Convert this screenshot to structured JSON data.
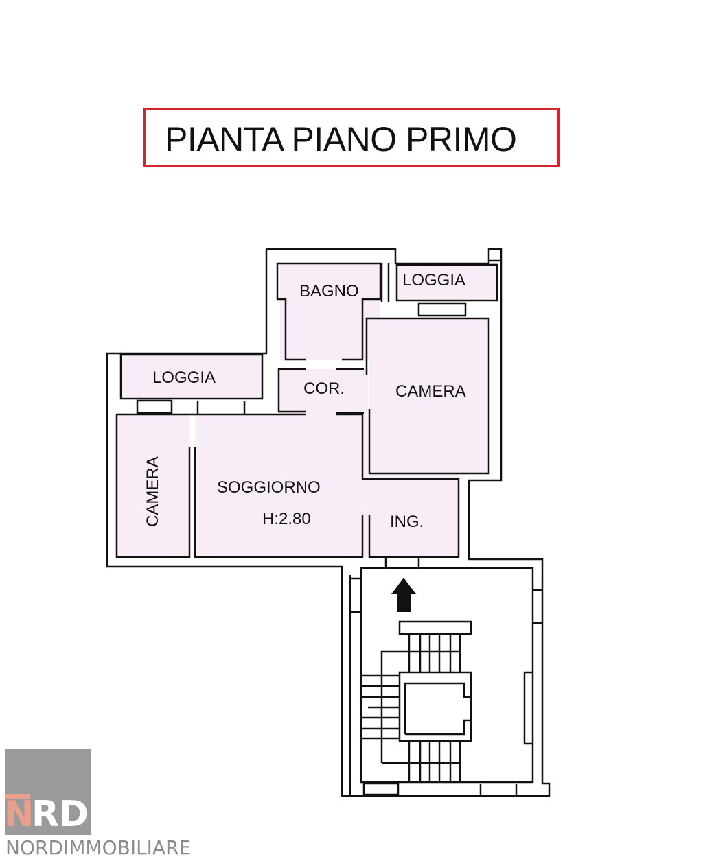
{
  "title": "PIANTA PIANO PRIMO",
  "colors": {
    "title_border": "#d4262e",
    "room_fill": "#f8ecf6",
    "wall": "#111111",
    "logo_gray": "#9a9a9a",
    "logo_accent": "#e8a08c"
  },
  "rooms": {
    "bagno": "BAGNO",
    "loggia_top": "LOGGIA",
    "loggia_left": "LOGGIA",
    "cor": "COR.",
    "camera_right": "CAMERA",
    "camera_left": "CAMERA",
    "soggiorno": "SOGGIORNO",
    "height": "H:2.80",
    "ing": "ING."
  },
  "logo": {
    "mark_n": "N",
    "mark_rd": "RD",
    "name": "NORDIMMOBILIARE"
  }
}
